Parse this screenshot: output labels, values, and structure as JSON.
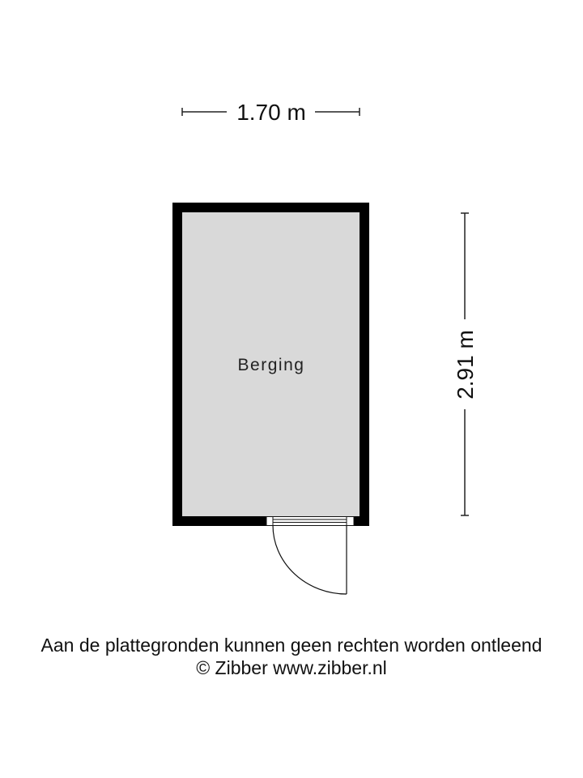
{
  "floorplan": {
    "dimension_width": "1.70 m",
    "dimension_height": "2.91 m",
    "rooms": [
      {
        "label": "Berging",
        "fill": "#d9d9d9"
      }
    ],
    "wall_color": "#000000"
  },
  "footer": {
    "disclaimer": "Aan de plattegronden kunnen geen rechten worden ontleend",
    "copyright": "© Zibber www.zibber.nl"
  }
}
